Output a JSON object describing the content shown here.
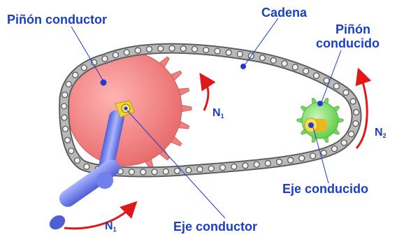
{
  "labels": {
    "pinon_conductor": "Piñón conductor",
    "cadena": "Cadena",
    "pinon_conducido_1": "Piñón",
    "pinon_conducido_2": "conducido",
    "eje_conductor": "Eje conductor",
    "eje_conducido": "Eje conducido",
    "n1_top": "N",
    "n1_top_sub": "1",
    "n1_bottom": "N",
    "n1_bottom_sub": "1",
    "n2": "N",
    "n2_sub": "2"
  },
  "colors": {
    "label_text": "#1a3fc0",
    "leader_line": "#1a3fc0",
    "driver_sprocket": "#f08a8a",
    "driven_sprocket": "#8fe07a",
    "chain": "#8a8a8a",
    "crank": "#6f7fe6",
    "axle_yellow": "#f5d23a",
    "arrow_red": "#e01818"
  }
}
